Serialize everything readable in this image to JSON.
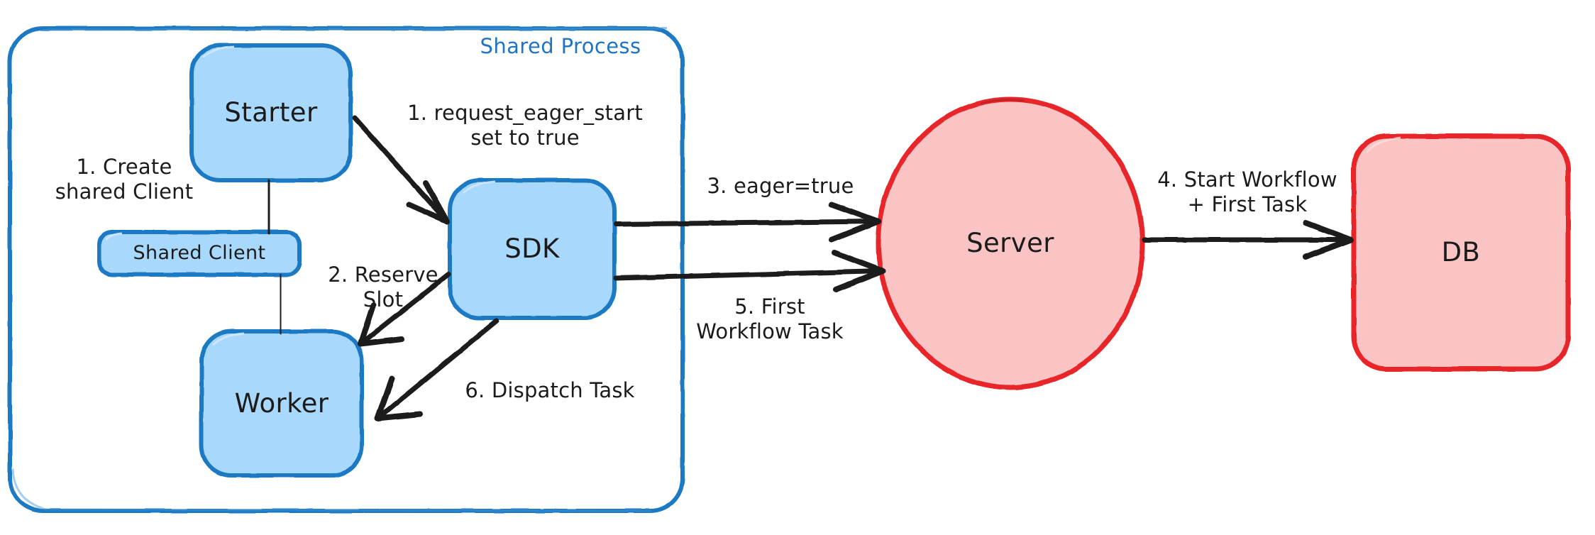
{
  "diagram": {
    "title": "Shared Process eager workflow start sequence",
    "background": "#ffffff",
    "colors": {
      "blue_fill": "#a8d8fb",
      "blue_stroke": "#1f7ac4",
      "red_fill": "#fbc4c4",
      "red_stroke": "#e8282b",
      "text": "#1b1b1b",
      "group_label": "#1f74c4",
      "arrow": "#1b1b1b"
    },
    "groups": [
      {
        "id": "shared-process",
        "label": "Shared Process",
        "label_color": "#1f74c4"
      }
    ],
    "nodes": [
      {
        "id": "starter",
        "label": "Starter",
        "shape": "rounded-rect",
        "style": "blue"
      },
      {
        "id": "shared-client",
        "label": "Shared Client",
        "shape": "rounded-rect",
        "style": "blue"
      },
      {
        "id": "worker",
        "label": "Worker",
        "shape": "rounded-rect",
        "style": "blue"
      },
      {
        "id": "sdk",
        "label": "SDK",
        "shape": "rounded-rect",
        "style": "blue"
      },
      {
        "id": "server",
        "label": "Server",
        "shape": "ellipse",
        "style": "red"
      },
      {
        "id": "db",
        "label": "DB",
        "shape": "rounded-rect",
        "style": "red"
      }
    ],
    "edges": [
      {
        "id": "e1",
        "from": "starter",
        "to": "sdk",
        "label": "1. request_eager_start\nset to true",
        "arrow": true
      },
      {
        "id": "e0",
        "from": "starter",
        "to": "shared-client",
        "label": "1. Create\nshared Client",
        "arrow": false
      },
      {
        "id": "e0b",
        "from": "shared-client",
        "to": "worker",
        "label": "",
        "arrow": false
      },
      {
        "id": "e2",
        "from": "sdk",
        "to": "worker",
        "label": "2. Reserve\nSlot",
        "arrow": true
      },
      {
        "id": "e3",
        "from": "sdk",
        "to": "server",
        "label": "3. eager=true",
        "arrow": true
      },
      {
        "id": "e4",
        "from": "server",
        "to": "db",
        "label": "4. Start Workflow\n+ First Task",
        "arrow": true
      },
      {
        "id": "e5",
        "from": "sdk",
        "to": "server",
        "label": "5. First\nWorkflow Task",
        "arrow": true
      },
      {
        "id": "e6",
        "from": "sdk",
        "to": "worker",
        "label": "6. Dispatch Task",
        "arrow": true
      }
    ]
  }
}
